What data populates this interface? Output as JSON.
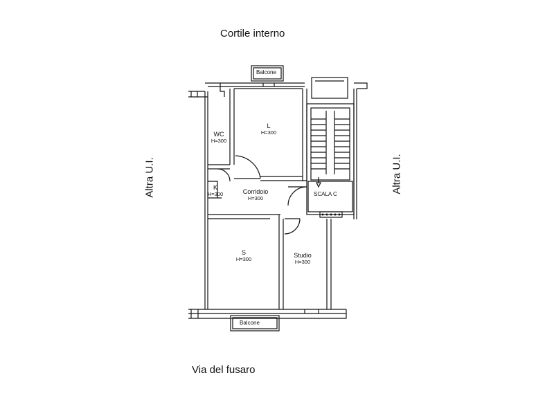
{
  "surroundings": {
    "top": "Cortile interno",
    "bottom": "Via del fusaro",
    "left": "Altra U.I.",
    "right": "Altra U.I."
  },
  "rooms": [
    {
      "id": "wc",
      "name": "WC",
      "height": "H=300"
    },
    {
      "id": "l",
      "name": "L",
      "height": "H=300"
    },
    {
      "id": "k",
      "name": "K",
      "height": "H=300"
    },
    {
      "id": "corridoio",
      "name": "Corridoio",
      "height": "H=300"
    },
    {
      "id": "s",
      "name": "S",
      "height": "H=300"
    },
    {
      "id": "studio",
      "name": "Studio",
      "height": "H=300"
    }
  ],
  "balconies": {
    "top": "Balcone",
    "bottom": "Balcone"
  },
  "stair": {
    "label": "SCALA C"
  },
  "colors": {
    "line": "#111111",
    "watermark": "#e6e6e6"
  }
}
